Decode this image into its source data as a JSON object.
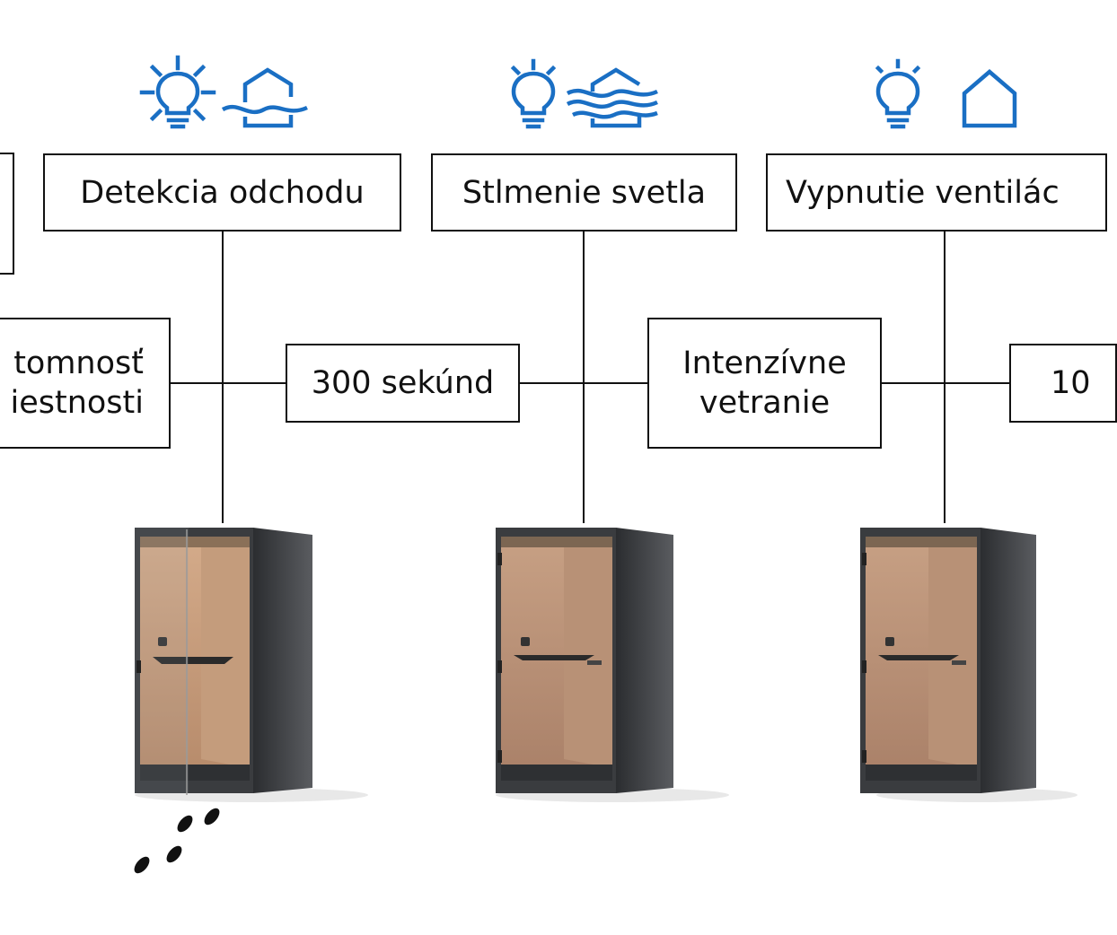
{
  "steps": [
    {
      "title": "Detekcia odchodu",
      "icons": [
        "light-on-icon",
        "ventilation-medium-house-icon"
      ]
    },
    {
      "title": "Stlmenie svetla",
      "icons": [
        "light-dim-icon",
        "ventilation-high-house-icon"
      ]
    },
    {
      "title": "Vypnutie ventilác",
      "icons": [
        "light-off-icon",
        "house-icon"
      ]
    }
  ],
  "conditions": {
    "left_line1": "tomnosť",
    "left_line2": "iestnosti",
    "delay": "300 sekúnd",
    "mode_line1": "Intenzívne",
    "mode_line2": "vetranie",
    "right_partial": "10"
  },
  "colors": {
    "icon_blue": "#1a6fc4",
    "line": "#111111",
    "booth_frame": "#3d3f42",
    "booth_interior": "#c39a7a"
  }
}
